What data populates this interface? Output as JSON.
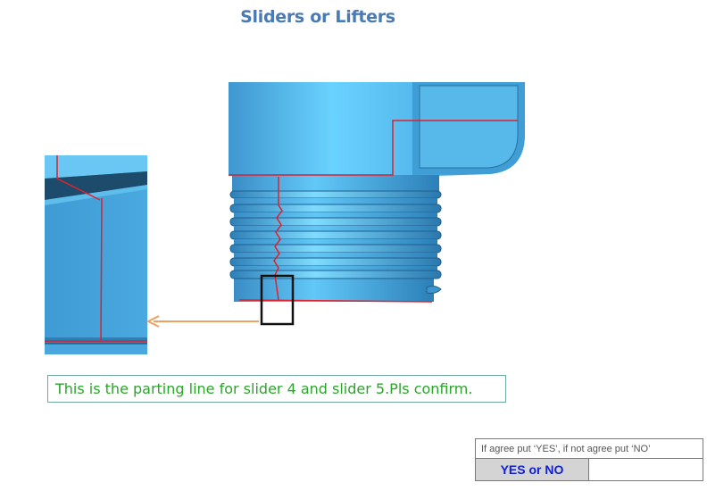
{
  "header": {
    "title": "Sliders or Lifters"
  },
  "note": {
    "text": "This is the parting line for slider 4 and slider 5.Pls confirm."
  },
  "approval": {
    "instruction": "If agree put ‘YES’, if not agree put ‘NO’",
    "button_label": "YES or NO",
    "answer_value": ""
  },
  "colors": {
    "part_blue": "#4fb3e8",
    "parting_line": "#e0202a",
    "arrow": "#f0a060",
    "title": "#4a7ab5",
    "note_text": "#2aa52a"
  },
  "icons": [
    "highlight-box",
    "pointer-arrow"
  ]
}
